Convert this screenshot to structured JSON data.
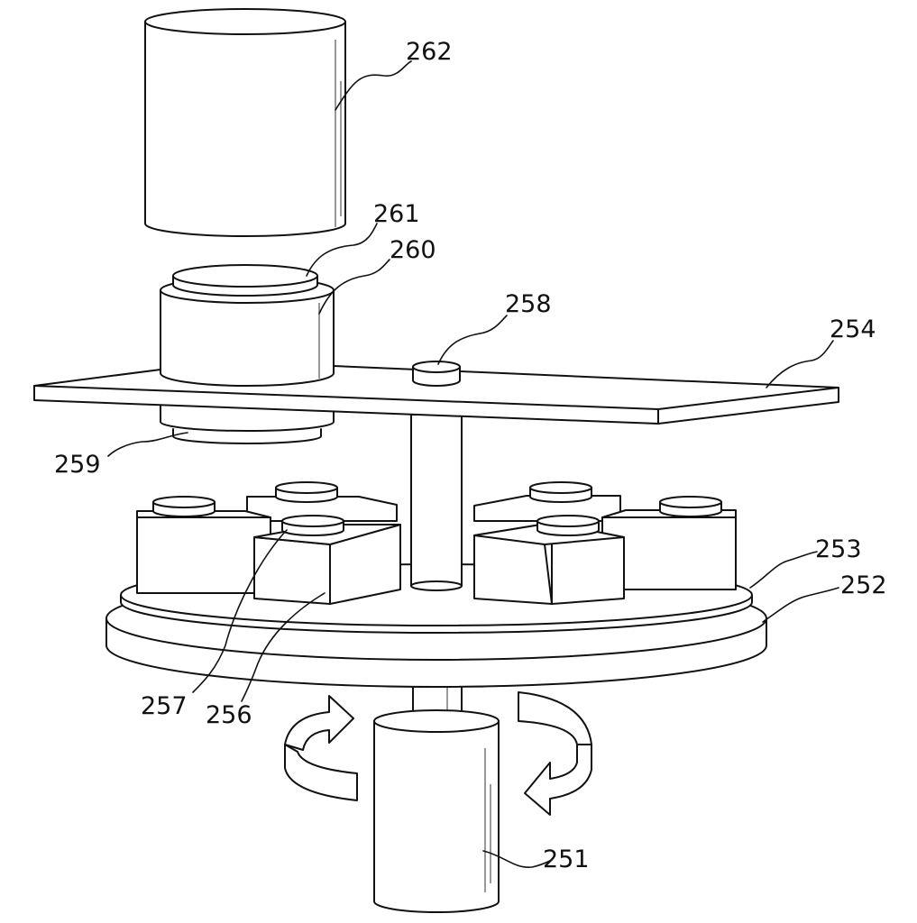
{
  "labels": {
    "l262": "262",
    "l261": "261",
    "l260": "260",
    "l258": "258",
    "l254": "254",
    "l259": "259",
    "l253": "253",
    "l252": "252",
    "l257": "257",
    "l256": "256",
    "l251": "251"
  },
  "colors": {
    "line": "#111111",
    "background": "#ffffff"
  }
}
